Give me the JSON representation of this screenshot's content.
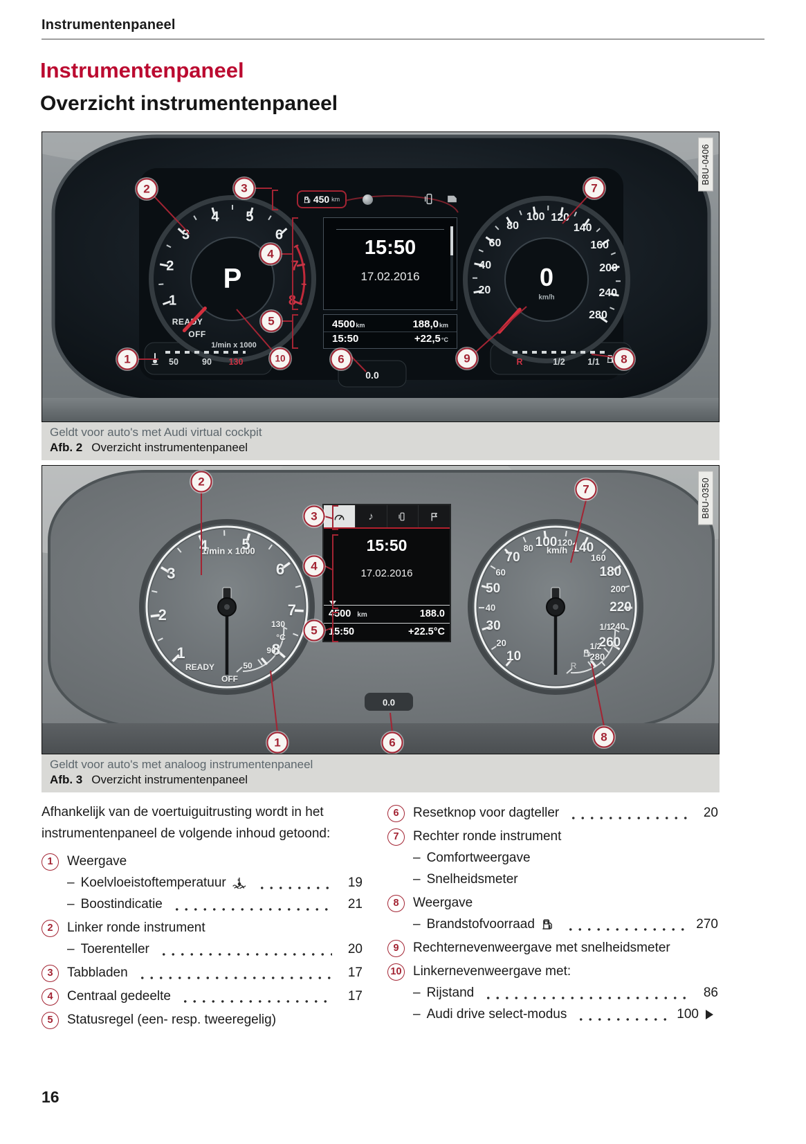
{
  "colors": {
    "accent_red": "#bb0a30",
    "callout_red": "#a32433",
    "dial_red": "#cc3344",
    "caption_bg": "#d9d9d6",
    "caption_note": "#5c666c"
  },
  "page": {
    "header": "Instrumentenpaneel",
    "title": "Instrumentenpaneel",
    "subtitle": "Overzicht instrumentenpaneel",
    "page_number": "16"
  },
  "fig_virtual": {
    "code": "B8U-0406",
    "caption_note": "Geldt voor auto's met Audi virtual cockpit",
    "caption_label": "Afb. 2",
    "caption_text": "Overzicht instrumentenpaneel",
    "topbar": {
      "range": "450",
      "range_unit": "km"
    },
    "tach": {
      "labels": [
        "1",
        "2",
        "3",
        "4",
        "5",
        "6",
        "7",
        "8"
      ],
      "red_labels": [
        "7",
        "8"
      ],
      "gear": "P",
      "ready": "READY",
      "off": "OFF",
      "unit": "1/min x 1000"
    },
    "speedo": {
      "labels": [
        "20",
        "40",
        "60",
        "80",
        "100",
        "120",
        "140",
        "160",
        "200",
        "240",
        "280"
      ],
      "value": "0",
      "unit": "km/h"
    },
    "display": {
      "clock": "15:50",
      "date": "17.02.2016"
    },
    "status": {
      "odo": "4500",
      "odo_unit": "km",
      "trip": "188,0",
      "trip_unit": "km",
      "time": "15:50",
      "temp": "+22,5",
      "temp_unit": "°C"
    },
    "temp_gauge": {
      "labels": [
        "50",
        "90",
        "130"
      ],
      "red_labels": [
        "130"
      ]
    },
    "fuel_gauge": {
      "labels": [
        "R",
        "1/2",
        "1/1"
      ],
      "red_labels": [
        "R"
      ]
    },
    "bottom_value": "0.0",
    "callouts": [
      "1",
      "2",
      "3",
      "4",
      "5",
      "6",
      "7",
      "8",
      "9",
      "10"
    ]
  },
  "fig_analog": {
    "code": "B8U-0350",
    "caption_note": "Geldt voor auto's met analoog instrumentenpaneel",
    "caption_label": "Afb. 3",
    "caption_text": "Overzicht instrumentenpaneel",
    "tach": {
      "labels": [
        "1",
        "2",
        "3",
        "4",
        "5",
        "6",
        "7",
        "8"
      ],
      "ready": "READY",
      "off": "OFF",
      "unit": "1/min x 1000"
    },
    "coolant": {
      "labels": [
        "50",
        "90",
        "130"
      ],
      "unit": "°C"
    },
    "speedo": {
      "labels": [
        "10",
        "20",
        "30",
        "40",
        "50",
        "60",
        "70",
        "80",
        "100",
        "120",
        "140",
        "160",
        "180",
        "200",
        "220",
        "240",
        "260",
        "280"
      ],
      "unit": "km/h"
    },
    "fuel": {
      "labels": [
        "R",
        "1/2",
        "1/1"
      ]
    },
    "display": {
      "clock": "15:50",
      "date": "17.02.2016",
      "odo": "4500",
      "odo_unit": "km",
      "trip": "188.0",
      "time": "15:50",
      "temp": "+22.5°C"
    },
    "bottom_value": "0.0",
    "callouts": [
      "1",
      "2",
      "3",
      "4",
      "5",
      "6",
      "7",
      "8"
    ]
  },
  "legend": {
    "intro": "Afhankelijk van de voertuiguitrusting wordt in het instrumentenpaneel de volgende inhoud getoond:",
    "left": [
      {
        "num": "1",
        "text": "Weergave",
        "subs": [
          {
            "text": "Koelvloeistoftemperatuur",
            "icon": "coolant",
            "page": "19"
          },
          {
            "text": "Boostindicatie",
            "page": "21"
          }
        ]
      },
      {
        "num": "2",
        "text": "Linker ronde instrument",
        "subs": [
          {
            "text": "Toerenteller",
            "page": "20"
          }
        ]
      },
      {
        "num": "3",
        "text": "Tabbladen",
        "page": "17"
      },
      {
        "num": "4",
        "text": "Centraal gedeelte",
        "page": "17"
      },
      {
        "num": "5",
        "text": "Statusregel (een- resp. tweeregelig)"
      }
    ],
    "right": [
      {
        "num": "6",
        "text": "Resetknop voor dagteller",
        "page": "20"
      },
      {
        "num": "7",
        "text": "Rechter ronde instrument",
        "subs": [
          {
            "text": "Comfortweergave"
          },
          {
            "text": "Snelheidsmeter"
          }
        ]
      },
      {
        "num": "8",
        "text": "Weergave",
        "subs": [
          {
            "text": "Brandstofvoorraad",
            "icon": "fuel",
            "page": "270"
          }
        ]
      },
      {
        "num": "9",
        "text": "Rechternevenweergave met snelheidsmeter"
      },
      {
        "num": "10",
        "text": "Linkernevenweergave met:",
        "subs": [
          {
            "text": "Rijstand",
            "page": "86"
          },
          {
            "text": "Audi drive select-modus",
            "page": "100",
            "arrow": true
          }
        ]
      }
    ]
  }
}
